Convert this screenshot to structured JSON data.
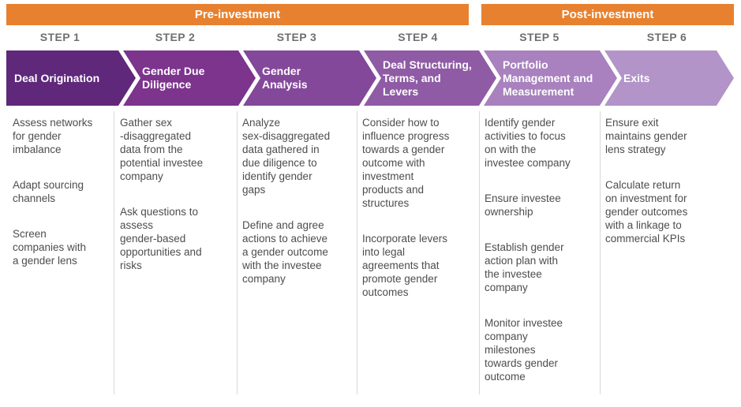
{
  "phases": [
    {
      "label": "Pre-investment"
    },
    {
      "label": "Post-investment"
    }
  ],
  "colors": {
    "phase_banner": "#E8812F",
    "step_label_text": "#6E6F72",
    "note_text": "#4D4D4F",
    "divider": "#D8D8DA",
    "chevrons": [
      "#5F287A",
      "#7C348D",
      "#84489A",
      "#8F5BA5",
      "#A881BE",
      "#B294C8"
    ]
  },
  "steps": [
    {
      "step_label": "STEP 1",
      "title": "Deal Origination",
      "items": [
        "Assess networks\nfor gender\nimbalance",
        "Adapt sourcing\nchannels",
        "Screen\ncompanies with\na gender lens"
      ]
    },
    {
      "step_label": "STEP 2",
      "title": "Gender Due\nDiligence",
      "items": [
        "Gather sex\n-disaggregated\ndata from the\npotential investee\ncompany",
        "Ask questions to\nassess\ngender-based\nopportunities and\nrisks"
      ]
    },
    {
      "step_label": "STEP 3",
      "title": "Gender\nAnalysis",
      "items": [
        "Analyze\nsex-disaggregated\ndata gathered in\ndue diligence to\nidentify gender\ngaps",
        "Define and agree\nactions to achieve\na gender outcome\nwith the investee\ncompany"
      ]
    },
    {
      "step_label": "STEP 4",
      "title": "Deal Structuring,\nTerms, and\nLevers",
      "items": [
        "Consider how to\ninfluence progress\ntowards a gender\noutcome with\ninvestment\nproducts and\nstructures",
        "Incorporate levers\ninto legal\nagreements that\npromote gender\noutcomes"
      ]
    },
    {
      "step_label": "STEP 5",
      "title": "Portfolio\nManagement and\nMeasurement",
      "items": [
        "Identify gender\nactivities to focus\non with the\ninvestee company",
        "Ensure investee\nownership",
        "Establish gender\naction plan with\nthe investee\ncompany",
        "Monitor investee\ncompany\nmilestones\ntowards gender\noutcome"
      ]
    },
    {
      "step_label": "STEP 6",
      "title": "Exits",
      "items": [
        "Ensure exit\nmaintains gender\nlens strategy",
        "Calculate return\non investment for\ngender outcomes\nwith a linkage to\ncommercial KPIs"
      ]
    }
  ]
}
